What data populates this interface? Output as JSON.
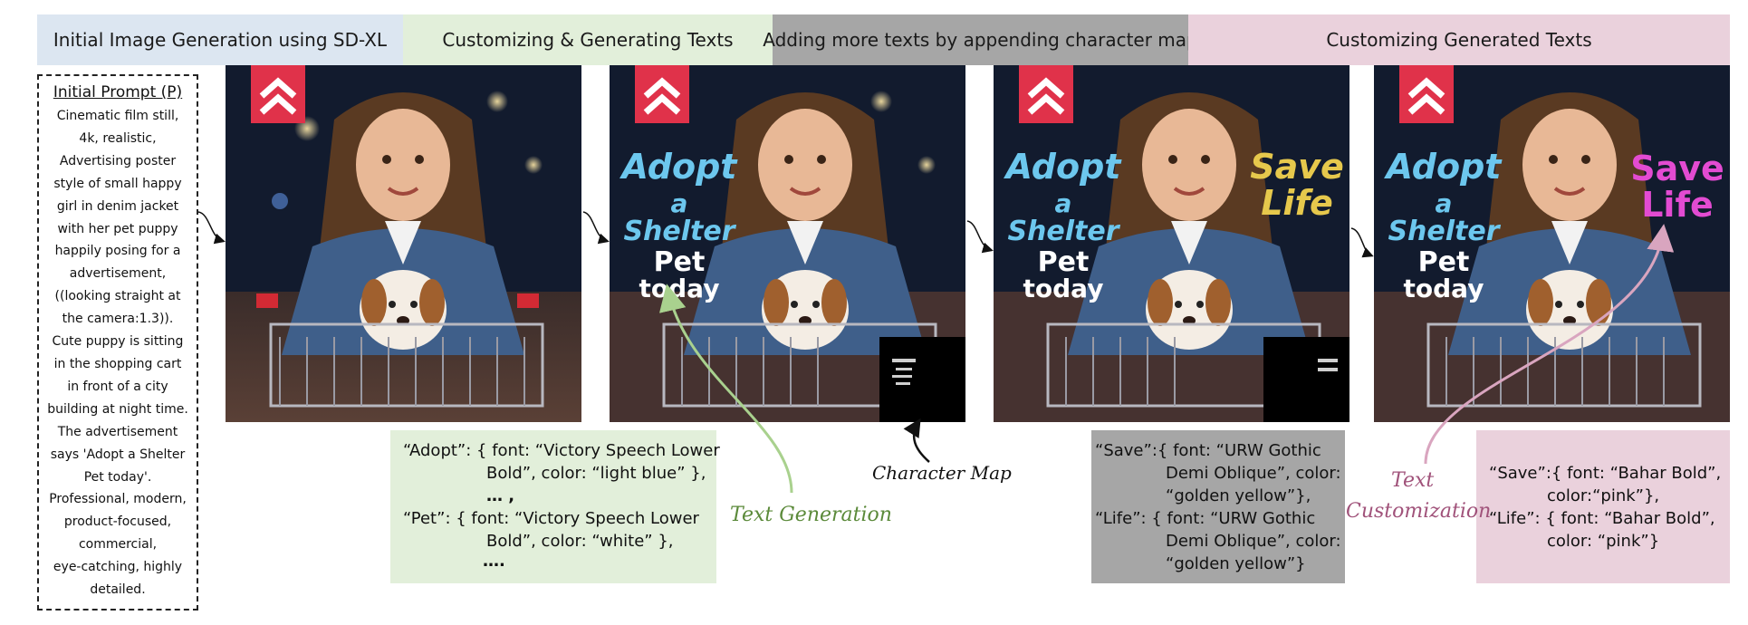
{
  "headers": {
    "stage1": "Initial Image Generation using SD-XL",
    "stage2": "Customizing & Generating Texts",
    "stage3": "Adding more texts by appending character map",
    "stage4": "Customizing Generated Texts"
  },
  "prompt": {
    "title": "Initial Prompt (P)",
    "lines": [
      "Cinematic film still,",
      "4k, realistic,",
      "Advertising poster",
      "style of small happy",
      "girl in denim jacket",
      "with her pet puppy",
      "happily posing for a",
      "advertisement,",
      "((looking straight at",
      "the camera:1.3)).",
      "Cute puppy is sitting",
      "in the shopping cart",
      "in front of a city",
      "building at night time.",
      "The advertisement",
      "says 'Adopt a Shelter",
      "Pet today'.",
      "Professional, modern,",
      "product-focused,",
      "commercial,",
      "eye-catching, highly",
      "detailed."
    ]
  },
  "poster_texts": {
    "adopt": "Adopt",
    "a": "a",
    "shelter": "Shelter",
    "pet": "Pet",
    "today": "today",
    "save": "Save",
    "life": "Life"
  },
  "captions": {
    "text_generation": "Text Generation",
    "character_map": "Character Map",
    "text_customization_1": "Text",
    "text_customization_2": "Customization"
  },
  "attr_box_1": {
    "line1": "“Adopt”: { font: “Victory Speech Lower",
    "line2": "Bold”, color: “light blue” },",
    "line3": "… ,",
    "line4": "“Pet”:      { font: “Victory Speech Lower",
    "line5": "Bold”, color: “white” },",
    "line6": "…."
  },
  "attr_box_2": {
    "line1": "“Save”:{ font: “URW Gothic",
    "line2": "Demi Oblique”, color:",
    "line3": "“golden yellow”},",
    "line4": "“Life”:    { font: “URW Gothic",
    "line5": "Demi Oblique”, color:",
    "line6": "“golden yellow”}"
  },
  "attr_box_3": {
    "line1": "“Save”:{ font: “Bahar Bold”,",
    "line2": "color:“pink”},",
    "line3": "“Life”:    { font: “Bahar Bold”,",
    "line4": "color: “pink”}"
  },
  "colors": {
    "header1": "#dce6f1",
    "header2": "#e2efda",
    "header3": "#a6a6a6",
    "header4": "#ead1dc",
    "light_blue_text": "#6cc7ee",
    "golden_yellow_text": "#e6c84c",
    "pink_text": "#e34bd2",
    "green_caption": "#5b8a3a",
    "pink_caption": "#a0527a"
  }
}
